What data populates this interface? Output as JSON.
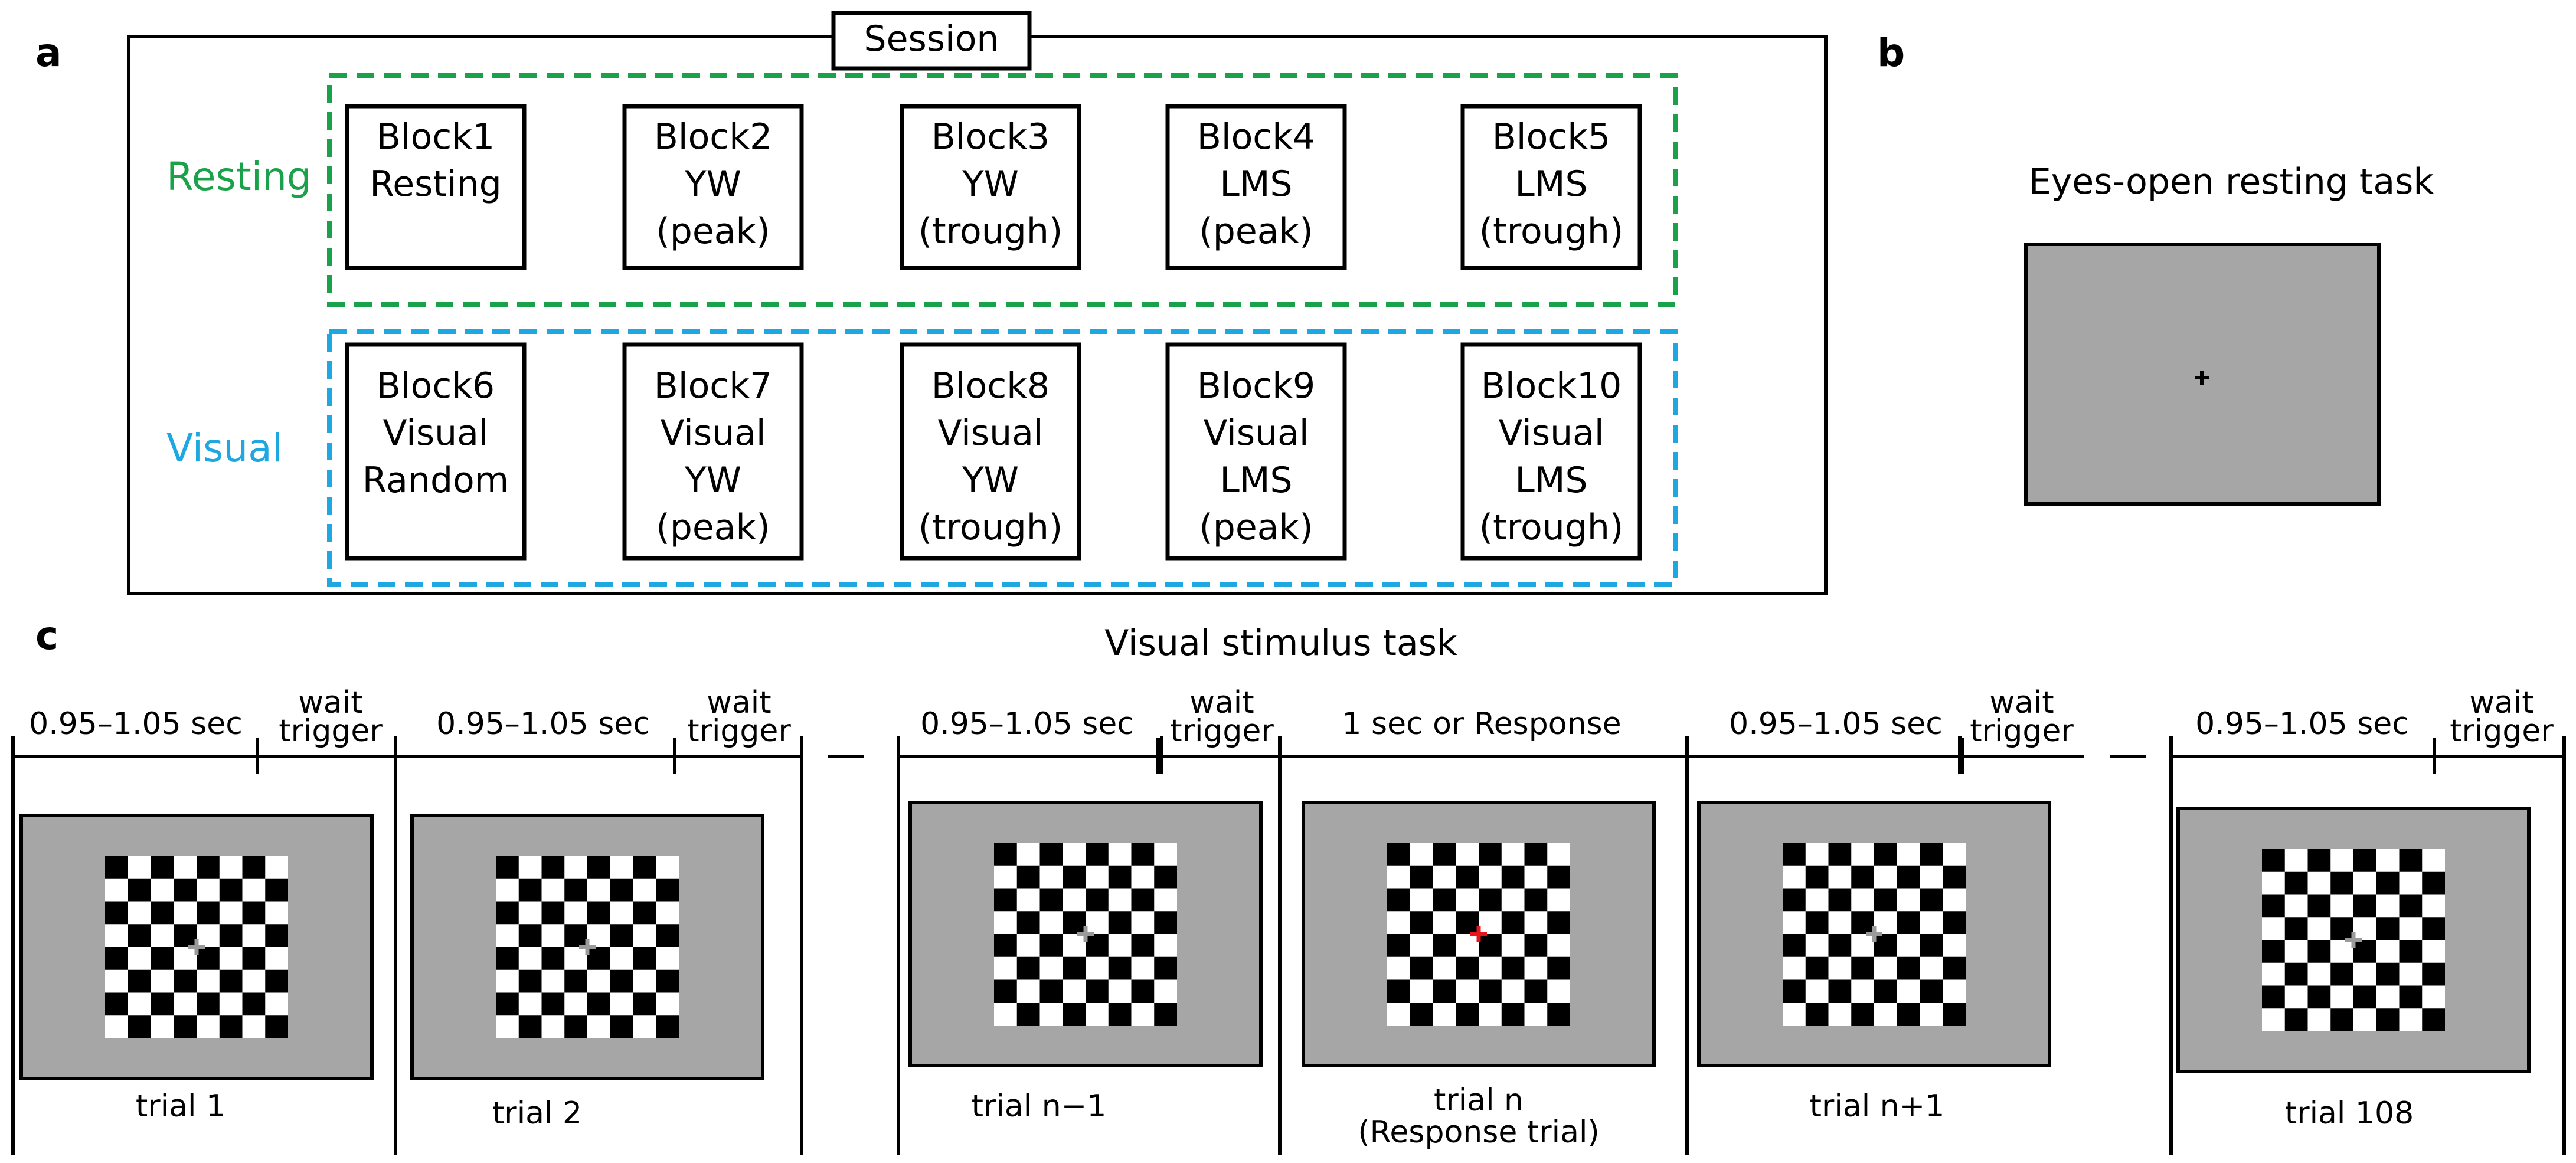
{
  "panel_labels": {
    "a": "a",
    "b": "b",
    "c": "c"
  },
  "session": {
    "title": "Session",
    "groups": [
      {
        "label": "Resting",
        "color": "#1aa24a",
        "blocks": [
          [
            "Block1",
            "Resting"
          ],
          [
            "Block2",
            "YW",
            "(peak)"
          ],
          [
            "Block3",
            "YW",
            "(trough)"
          ],
          [
            "Block4",
            "LMS",
            "(peak)"
          ],
          [
            "Block5",
            "LMS",
            "(trough)"
          ]
        ]
      },
      {
        "label": "Visual",
        "color": "#1ea7e1",
        "blocks": [
          [
            "Block6",
            "Visual",
            "Random"
          ],
          [
            "Block7",
            "Visual",
            "YW",
            "(peak)"
          ],
          [
            "Block8",
            "Visual",
            "YW",
            "(trough)"
          ],
          [
            "Block9",
            "Visual",
            "LMS",
            "(peak)"
          ],
          [
            "Block10",
            "Visual",
            "LMS",
            "(trough)"
          ]
        ]
      }
    ]
  },
  "resting_task": {
    "title": "Eyes-open resting task",
    "screen_color": "#a6a6a6"
  },
  "visual_task": {
    "title": "Visual stimulus task",
    "timing": {
      "jitter": "0.95–1.05 sec",
      "wait": [
        "wait",
        "trigger"
      ],
      "response_window": "1 sec or Response"
    },
    "trials": [
      {
        "label": [
          "trial 1"
        ],
        "fixation_color": "#9a9a9a"
      },
      {
        "label": [
          "trial 2"
        ],
        "fixation_color": "#9a9a9a"
      },
      {
        "label": [
          "trial n−1"
        ],
        "fixation_color": "#9a9a9a"
      },
      {
        "label": [
          "trial n",
          "(Response trial)"
        ],
        "fixation_color": "#e8141c"
      },
      {
        "label": [
          "trial n+1"
        ],
        "fixation_color": "#9a9a9a"
      },
      {
        "label": [
          "trial 108"
        ],
        "fixation_color": "#9a9a9a"
      }
    ]
  }
}
